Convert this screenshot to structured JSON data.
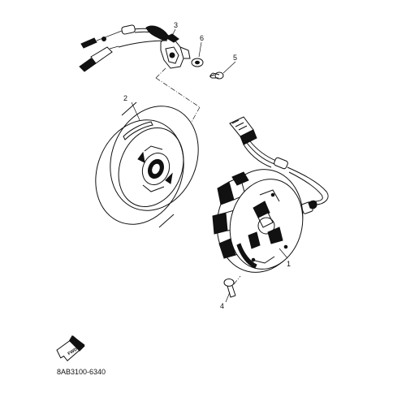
{
  "diagram": {
    "ref_code": "8AB3100-6340",
    "direction_badge": "FWD",
    "callouts": [
      {
        "id": "1",
        "part": "stator-assembly"
      },
      {
        "id": "2",
        "part": "rotor-flywheel"
      },
      {
        "id": "3",
        "part": "pickup-coil"
      },
      {
        "id": "4",
        "part": "stator-screw"
      },
      {
        "id": "5",
        "part": "pickup-screw"
      },
      {
        "id": "6",
        "part": "washer"
      }
    ]
  }
}
